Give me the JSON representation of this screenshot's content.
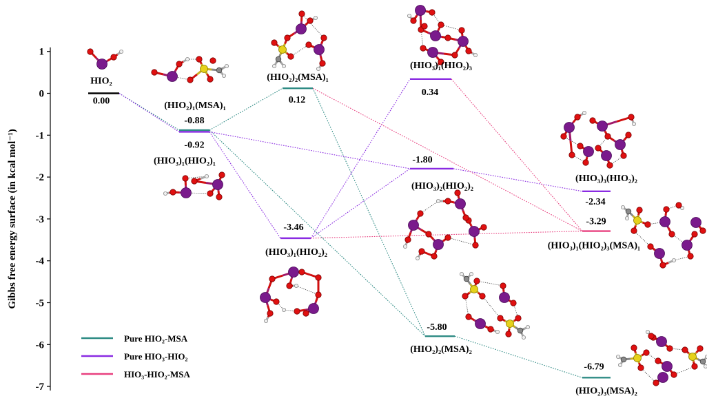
{
  "chart_data": {
    "type": "line",
    "ylabel": "Gibbs free energy surface (in kcal mol⁻¹)",
    "ylim": [
      -7,
      1
    ],
    "yticks": [
      "1",
      "0",
      "-1",
      "-2",
      "-3",
      "-4",
      "-5",
      "-6",
      "-7"
    ],
    "colors": {
      "Pure HIO2-MSA": "#2e8b84",
      "Pure HIO3-HIO2": "#8a2be2",
      "HIO3-HIO2-MSA": "#e8407f",
      "reference": "#000000"
    },
    "levels": [
      {
        "id": "hio2",
        "name": "HIO₂",
        "value": "0.00",
        "energy": 0.0,
        "color": "reference"
      },
      {
        "id": "hio2_msa",
        "name": "(HIO₂)₁(MSA)₁",
        "value": "-0.88",
        "energy": -0.88,
        "color": "Pure HIO2-MSA"
      },
      {
        "id": "hio3_hio2",
        "name": "(HIO₃)₁(HIO₂)₁",
        "value": "-0.92",
        "energy": -0.92,
        "color": "Pure HIO3-HIO2"
      },
      {
        "id": "hio2_2_msa",
        "name": "(HIO₂)₂(MSA)₁",
        "value": "0.12",
        "energy": 0.12,
        "color": "Pure HIO2-MSA"
      },
      {
        "id": "hio3_hio2_2",
        "name": "(HIO₃)₁(HIO₂)₂",
        "value": "-3.46",
        "energy": -3.46,
        "color": "Pure HIO3-HIO2"
      },
      {
        "id": "hio3_hio2_3",
        "name": "(HIO₃)₁(HIO₂)₃",
        "value": "0.34",
        "energy": 0.34,
        "color": "Pure HIO3-HIO2"
      },
      {
        "id": "hio3_2_hio2_2",
        "name": "(HIO₃)₂(HIO₂)₂",
        "value": "-1.80",
        "energy": -1.8,
        "color": "Pure HIO3-HIO2"
      },
      {
        "id": "hio2_2_msa_2",
        "name": "(HIO₂)₂(MSA)₂",
        "value": "-5.80",
        "energy": -5.8,
        "color": "Pure HIO2-MSA"
      },
      {
        "id": "hio3_3_hio2_2",
        "name": "(HIO₃)₃(HIO₂)₂",
        "value": "-2.34",
        "energy": -2.34,
        "color": "Pure HIO3-HIO2"
      },
      {
        "id": "hio3_hio2_3_msa",
        "name": "(HIO₃)₁(HIO₂)₃(MSA)₁",
        "value": "-3.29",
        "energy": -3.29,
        "color": "HIO3-HIO2-MSA"
      },
      {
        "id": "hio2_3_msa_2",
        "name": "(HIO₂)₃(MSA)₂",
        "value": "-6.79",
        "energy": -6.79,
        "color": "Pure HIO2-MSA"
      }
    ],
    "connections": [
      {
        "from": "hio2",
        "to": "hio2_msa",
        "series": "Pure HIO2-MSA"
      },
      {
        "from": "hio2",
        "to": "hio3_hio2",
        "series": "Pure HIO3-HIO2"
      },
      {
        "from": "hio2_msa",
        "to": "hio2_2_msa",
        "series": "Pure HIO2-MSA"
      },
      {
        "from": "hio2_msa",
        "to": "hio2_2_msa_2",
        "series": "Pure HIO2-MSA"
      },
      {
        "from": "hio2_2_msa",
        "to": "hio2_2_msa_2",
        "series": "Pure HIO2-MSA"
      },
      {
        "from": "hio2_2_msa_2",
        "to": "hio2_3_msa_2",
        "series": "Pure HIO2-MSA"
      },
      {
        "from": "hio3_hio2",
        "to": "hio3_hio2_2",
        "series": "Pure HIO3-HIO2"
      },
      {
        "from": "hio3_hio2",
        "to": "hio3_2_hio2_2",
        "series": "Pure HIO3-HIO2"
      },
      {
        "from": "hio3_hio2_2",
        "to": "hio3_hio2_3",
        "series": "Pure HIO3-HIO2"
      },
      {
        "from": "hio3_hio2_2",
        "to": "hio3_2_hio2_2",
        "series": "Pure HIO3-HIO2"
      },
      {
        "from": "hio3_2_hio2_2",
        "to": "hio3_3_hio2_2",
        "series": "Pure HIO3-HIO2"
      },
      {
        "from": "hio2_2_msa",
        "to": "hio3_hio2_3_msa",
        "series": "HIO3-HIO2-MSA"
      },
      {
        "from": "hio3_hio2_2",
        "to": "hio3_hio2_3_msa",
        "series": "HIO3-HIO2-MSA"
      },
      {
        "from": "hio3_hio2_3",
        "to": "hio3_hio2_3_msa",
        "series": "HIO3-HIO2-MSA"
      }
    ],
    "legend": [
      {
        "label": "Pure HIO₂-MSA",
        "series": "Pure HIO2-MSA"
      },
      {
        "label": "Pure HIO₃-HIO₂",
        "series": "Pure HIO3-HIO2"
      },
      {
        "label": "HIO₃-HIO₂-MSA",
        "series": "HIO3-HIO2-MSA"
      }
    ],
    "legend_position": "bottom-left"
  }
}
